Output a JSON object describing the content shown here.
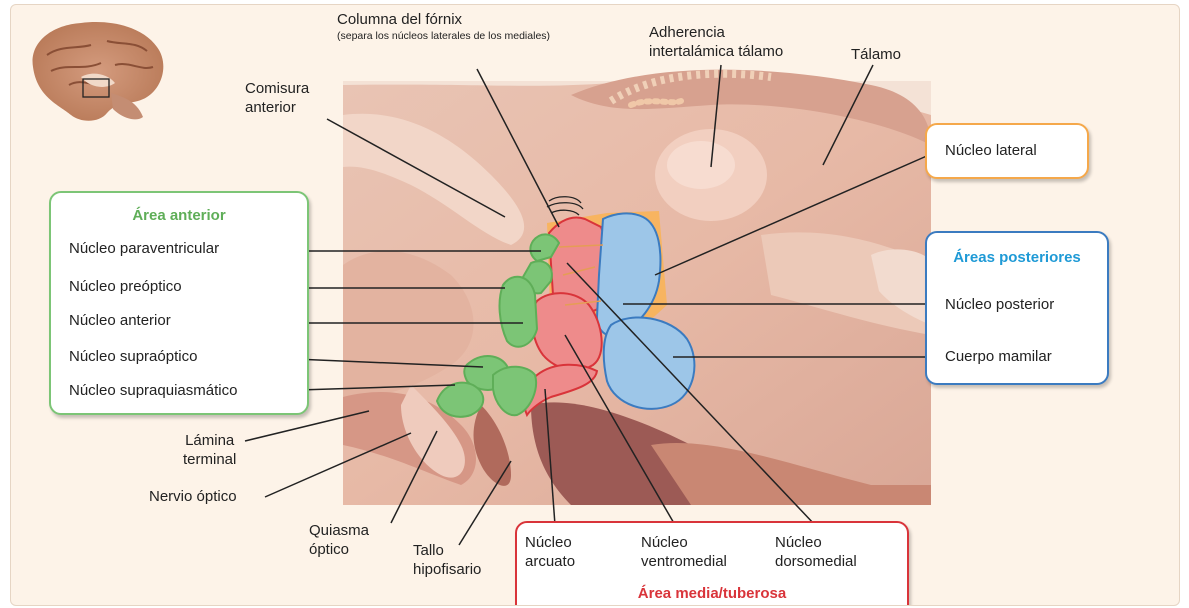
{
  "colors": {
    "anterior_green": "#7cc576",
    "anterior_border": "#5fae58",
    "medial_red": "#d9343a",
    "medial_fill": "#ee8b8b",
    "posterior_blue": "#3b7bc0",
    "posterior_fill": "#9dc6e8",
    "lateral_orange": "#f5a84a"
  },
  "labels": {
    "fornix": "Columna del fórnix",
    "fornix_sub": "(separa los núcleos laterales de los mediales)",
    "adherencia_1": "Adherencia",
    "adherencia_2": "intertalámica tálamo",
    "talamo": "Tálamo",
    "comisura_1": "Comisura",
    "comisura_2": "anterior",
    "lamina_1": "Lámina",
    "lamina_2": "terminal",
    "nervio": "Nervio óptico",
    "quiasma_1": "Quiasma",
    "quiasma_2": "óptico",
    "tallo_1": "Tallo",
    "tallo_2": "hipofisario"
  },
  "anterior_area": {
    "title": "Área anterior",
    "items": [
      "Núcleo paraventricular",
      "Núcleo preóptico",
      "Núcleo anterior",
      "Núcleo supraóptico",
      "Núcleo supraquiasmático"
    ]
  },
  "lateral_box": {
    "label": "Núcleo lateral"
  },
  "posterior_area": {
    "title": "Áreas posteriores",
    "items": [
      "Núcleo posterior",
      "Cuerpo mamilar"
    ]
  },
  "medial_area": {
    "title": "Área media/tuberosa",
    "items": [
      {
        "line1": "Núcleo",
        "line2": "arcuato"
      },
      {
        "line1": "Núcleo",
        "line2": "ventromedial"
      },
      {
        "line1": "Núcleo",
        "line2": "dorsomedial"
      }
    ]
  }
}
